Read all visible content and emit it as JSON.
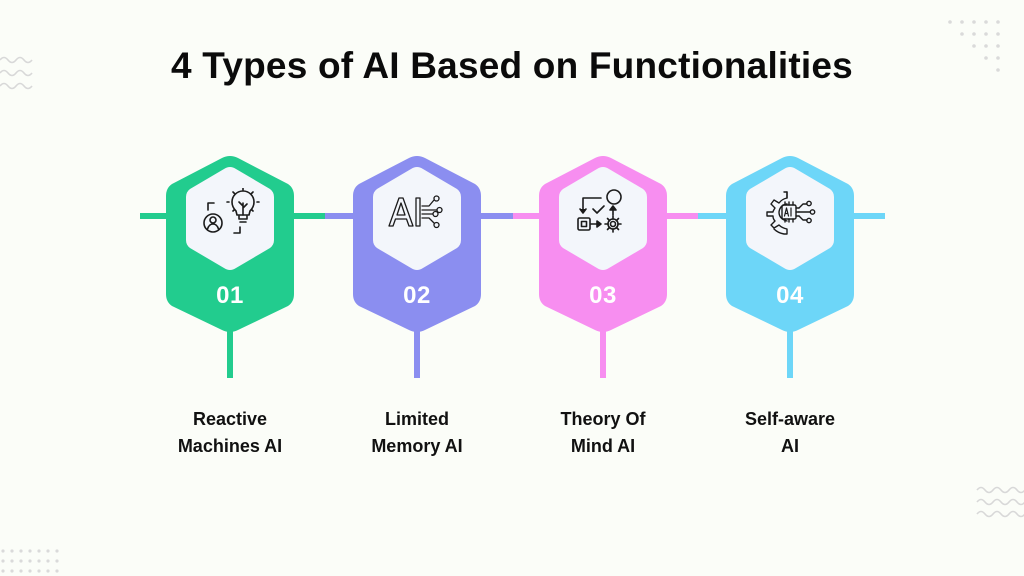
{
  "title": "4 Types of AI Based on Functionalities",
  "items": [
    {
      "number": "01",
      "label_line1": "Reactive",
      "label_line2": "Machines AI",
      "icon": "person-lightbulb-icon",
      "color": "#22cc8e"
    },
    {
      "number": "02",
      "label_line1": "Limited",
      "label_line2": "Memory AI",
      "icon": "ai-circuit-icon",
      "color": "#8b8ef0"
    },
    {
      "number": "03",
      "label_line1": "Theory Of",
      "label_line2": "Mind AI",
      "icon": "process-flow-icon",
      "color": "#f78ef0"
    },
    {
      "number": "04",
      "label_line1": "Self-aware",
      "label_line2": "AI",
      "icon": "ai-gear-chip-icon",
      "color": "#6dd6f8"
    }
  ],
  "colors": {
    "background": "#fbfdf8",
    "inner_hex": "#f3f6fb",
    "text": "#111111",
    "decoration": "#d6d6d6"
  }
}
